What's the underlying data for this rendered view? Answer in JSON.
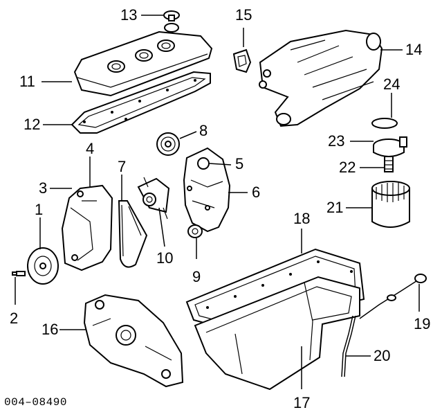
{
  "diagram": {
    "reference_code": "004–08490",
    "callouts": [
      "1",
      "2",
      "3",
      "4",
      "5",
      "6",
      "7",
      "8",
      "9",
      "10",
      "11",
      "12",
      "13",
      "14",
      "15",
      "16",
      "17",
      "18",
      "19",
      "20",
      "21",
      "22",
      "23",
      "24"
    ]
  }
}
